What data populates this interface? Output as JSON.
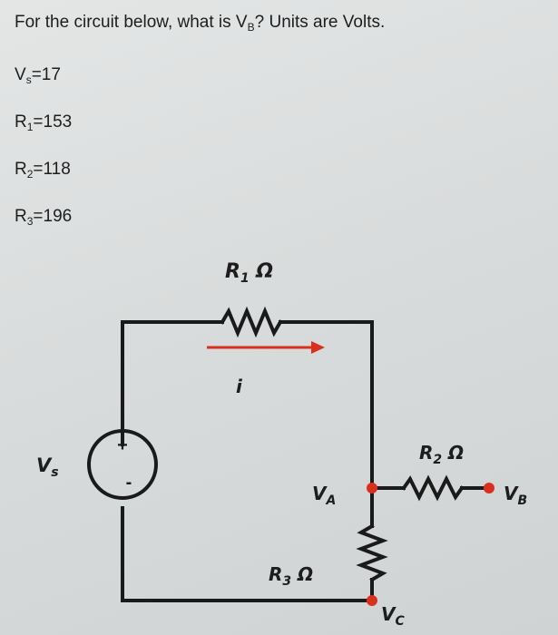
{
  "question": {
    "prefix": "For the circuit below, what is V",
    "sub": "B",
    "suffix": "? Units are Volts."
  },
  "parameters": [
    {
      "sym": "V",
      "sub": "s",
      "value": "=17"
    },
    {
      "sym": "R",
      "sub": "1",
      "value": "=153"
    },
    {
      "sym": "R",
      "sub": "2",
      "value": "=118"
    },
    {
      "sym": "R",
      "sub": "3",
      "value": "=196"
    }
  ],
  "circuit": {
    "r1": {
      "sym": "R",
      "sub": "1",
      "unit": " Ω"
    },
    "r2": {
      "sym": "R",
      "sub": "2",
      "unit": " Ω"
    },
    "r3": {
      "sym": "R",
      "sub": "3",
      "unit": " Ω"
    },
    "current": "i",
    "vs": {
      "sym": "V",
      "sub": "s"
    },
    "va": {
      "sym": "V",
      "sub": "A"
    },
    "vb": {
      "sym": "V",
      "sub": "B"
    },
    "vc": {
      "sym": "V",
      "sub": "C"
    },
    "plus": "+",
    "minus": "-",
    "colors": {
      "wire": "#1a1a1a",
      "arrow": "#d9301e",
      "node": "#d9301e"
    }
  }
}
